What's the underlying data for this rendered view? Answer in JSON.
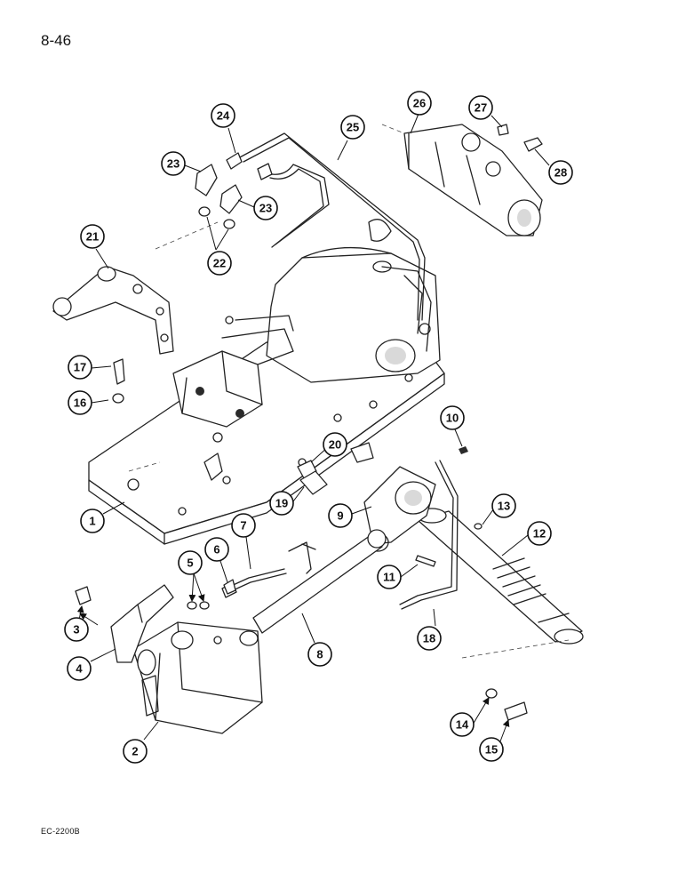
{
  "page": {
    "page_number": "8-46",
    "figure_code": "EC-2200B"
  },
  "callouts": [
    "1",
    "2",
    "3",
    "4",
    "5",
    "6",
    "7",
    "8",
    "9",
    "10",
    "11",
    "12",
    "13",
    "14",
    "15",
    "16",
    "17",
    "18",
    "19",
    "20",
    "21",
    "22",
    "23",
    "23",
    "24",
    "25",
    "26",
    "27",
    "28"
  ]
}
